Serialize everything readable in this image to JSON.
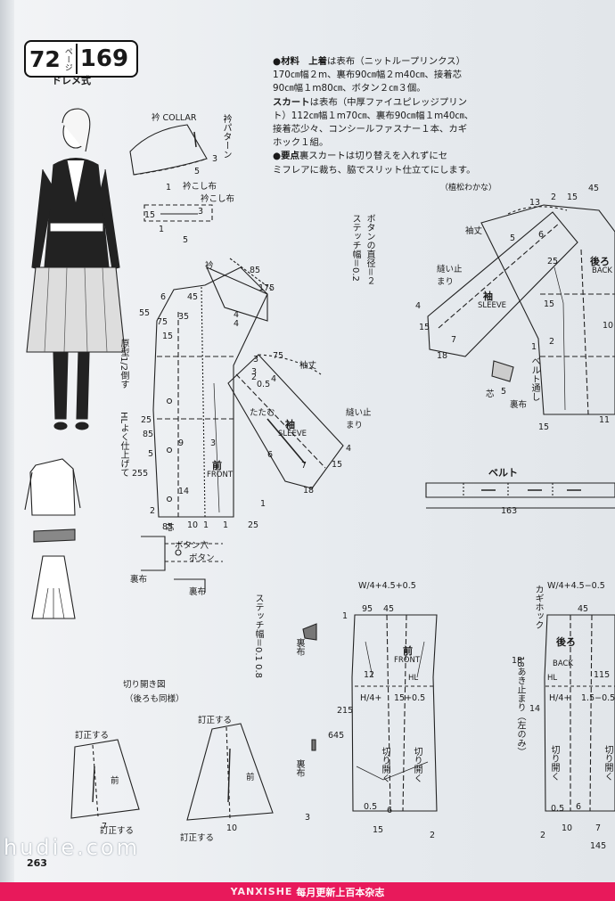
{
  "badge": {
    "issue": "72",
    "page_kana": "ページ",
    "number": "169",
    "subtitle": "ドレメ式"
  },
  "materials": {
    "lines": [
      {
        "head": "●材料　上着",
        "text": "は表布（ニットループリンクス）"
      },
      {
        "head": "",
        "text": "170㎝幅２m、裏布90㎝幅２m40㎝、接着芯"
      },
      {
        "head": "",
        "text": "90㎝幅１m80㎝、ボタン２㎝３個。"
      },
      {
        "head": "スカート",
        "text": "は表布（中厚ファイユピレッジプリン"
      },
      {
        "head": "",
        "text": "ト）112㎝幅１m70㎝、裏布90㎝幅１m40㎝、"
      },
      {
        "head": "",
        "text": "接着芯少々、コンシールファスナー１本、カギ"
      },
      {
        "head": "",
        "text": "ホック１組。"
      },
      {
        "head": "●要点",
        "text": "裏スカートは切り替えを入れずにセ"
      },
      {
        "head": "",
        "text": "ミフレアに裁ち、脇でスリット仕立てにします。"
      }
    ],
    "author": "（植松わかな）"
  },
  "labels": {
    "collar": "衿 COLLAR",
    "collar_pattern": "衿パターン",
    "collar_facing": "衿こし布",
    "collar_facing2": "衿こし布",
    "collar_front": "衿",
    "sleeve_length": "袖丈",
    "sleeve_length2": "袖丈",
    "sleeve": "袖",
    "sleeve_en": "SLEEVE",
    "sleeve2": "袖",
    "sleeve2_en": "SLEEVE",
    "sew_stop": "縫い止まり",
    "sew_stop2": "縫い止まり",
    "front": "前",
    "front_en": "FRONT",
    "back": "後ろ",
    "back_en": "BACK",
    "tuck": "たたむ",
    "button_hole": "ボタン穴",
    "button": "ボタン",
    "lining": "裏布",
    "lining2": "裏布",
    "lining3": "裏布",
    "interfacing": "芯",
    "interfacing2": "芯",
    "belt": "ベルト",
    "belt_length": "163",
    "belt_loop": "ベルト通し",
    "button_diam": "ボタンの直径＝２",
    "stitch_width": "ステッチ幅＝0.2",
    "stitch_width2": "ステッチ幅＝0.1 0.8",
    "pattern_scale": "原型1/2倒す",
    "pattern_align": "HLよく仕上げて",
    "slash_diagram": "切り開き図",
    "slash_diagram_note": "（後ろも同様）",
    "correct": "訂正する",
    "correct2": "訂正する",
    "correct3": "訂正する",
    "correct4": "訂正する",
    "front_small": "前",
    "front_small2": "前",
    "skirt_front": "前",
    "skirt_front_en": "FRONT",
    "skirt_back": "後ろ",
    "skirt_back_en": "BACK",
    "hl": "HL",
    "hl2": "HL",
    "slash_open": "切り開く",
    "slash_open2": "切り開く",
    "slash_open3": "切り開く",
    "slash_open4": "切り開く",
    "hook": "カギホック",
    "opening_stop": "18あき止まり（左のみ）",
    "waist_formula": "W/4+4.5+0.5",
    "waist_formula2": "W/4+4.5−0.5",
    "hip_formula": "H/4+",
    "hip_formula2": "15+0.5",
    "hip_formula3": "H/4+",
    "hip_formula4": "1.5−0.5"
  },
  "numbers": {
    "n_collar": [
      "3",
      "1",
      "5",
      "15",
      "3",
      "1",
      "5"
    ],
    "n_front": [
      "85",
      "175",
      "6",
      "45",
      "55",
      "35",
      "75",
      "15",
      "4",
      "4",
      "3",
      "2",
      "25",
      "85",
      "9",
      "3",
      "5",
      "255",
      "14",
      "2",
      "85",
      "10",
      "1",
      "1",
      "25",
      "1"
    ],
    "n_sleeve": [
      "3",
      "0.5",
      "4",
      "75",
      "7",
      "6",
      "18",
      "15",
      "4"
    ],
    "n_right": [
      "13",
      "2",
      "15",
      "45",
      "25",
      "15",
      "4",
      "15",
      "7",
      "18",
      "1",
      "5",
      "2",
      "15",
      "11",
      "5",
      "10",
      "6"
    ],
    "n_skirt_front": [
      "95",
      "45",
      "1",
      "12",
      "215",
      "645",
      "3",
      "15",
      "2",
      "6",
      "0.5"
    ],
    "n_skirt_back": [
      "45",
      "18",
      "14",
      "115",
      "2",
      "10",
      "7",
      "145",
      "0.5",
      "6"
    ],
    "n_small": [
      "7",
      "10"
    ]
  },
  "footer": {
    "brand": "YANXISHE",
    "text": "每月更新上百本杂志"
  },
  "watermark": "hudie.com",
  "page_number": "263"
}
